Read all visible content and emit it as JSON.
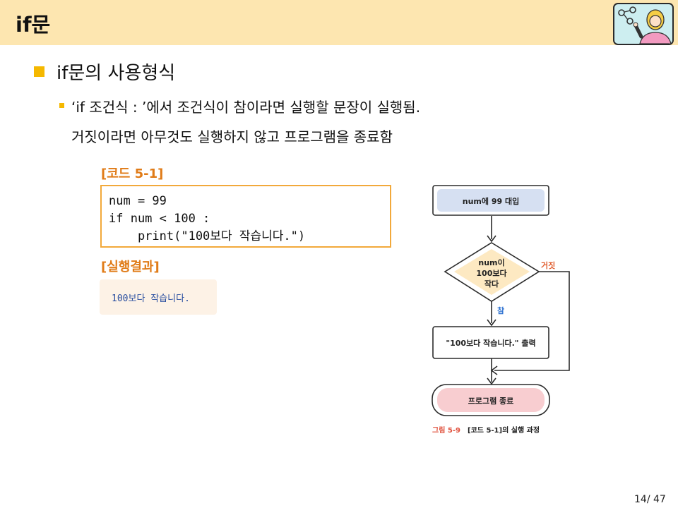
{
  "header": {
    "title": "if문"
  },
  "bullets": {
    "level1": "if문의 사용형식",
    "level2_line1": "‘if 조건식 : ’에서 조건식이 참이라면 실행할 문장이 실행됨.",
    "level2_line2": "거짓이라면 아무것도 실행하지 않고 프로그램을 종료함"
  },
  "code_section": {
    "label": "[코드 5-1]",
    "lines": [
      "num = 99",
      "if num < 100 :",
      "    print(\"100보다 작습니다.\")"
    ]
  },
  "result_section": {
    "label": "[실행결과]",
    "output": "100보다 작습니다."
  },
  "flowchart": {
    "assign_box": "num에 99 대입",
    "decision_line1": "num이",
    "decision_line2": "100보다",
    "decision_line3": "작다",
    "true_label": "참",
    "false_label": "거짓",
    "print_box": "\"100보다 작습니다.\" 출력",
    "end_box": "프로그램 종료",
    "caption_num": "그림 5-9",
    "caption_text": "[코드 5-1]의 실행 과정"
  },
  "colors": {
    "header_bg": "#fde6b0",
    "bullet": "#f5b800",
    "label_orange": "#e07b17",
    "code_border": "#f2a93b",
    "result_bg": "#fdf2e6",
    "result_text": "#2a4fa0",
    "box_blue": "#d6e0f2",
    "decision_fill": "#fde9c2",
    "end_pink": "#f8cdd0",
    "caption_red": "#e0503c"
  },
  "footer": {
    "page": "14/ 47"
  }
}
